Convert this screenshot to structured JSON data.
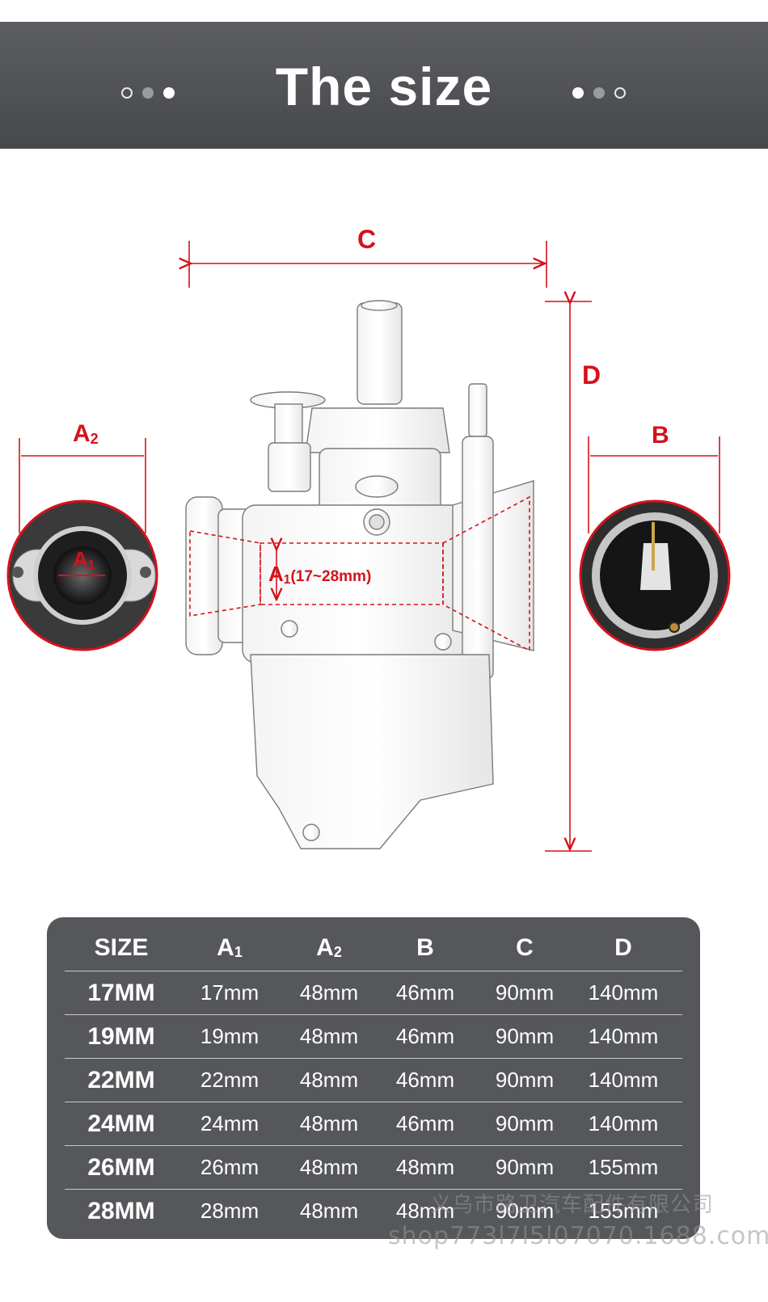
{
  "banner": {
    "title": "The size"
  },
  "diagram": {
    "labels": {
      "c": "C",
      "d": "D",
      "b": "B",
      "a2": "A",
      "a2_sub": "2",
      "a1_inset": "A",
      "a1_inset_sub": "1",
      "a1_body": "A",
      "a1_body_sub": "1",
      "a1_range": "(17~28mm)"
    },
    "accent_color": "#d6111b"
  },
  "table": {
    "headers": [
      {
        "main": "SIZE",
        "sub": ""
      },
      {
        "main": "A",
        "sub": "1"
      },
      {
        "main": "A",
        "sub": "2"
      },
      {
        "main": "B",
        "sub": ""
      },
      {
        "main": "C",
        "sub": ""
      },
      {
        "main": "D",
        "sub": ""
      }
    ],
    "rows": [
      {
        "size": "17MM",
        "a1": "17mm",
        "a2": "48mm",
        "b": "46mm",
        "c": "90mm",
        "d": "140mm"
      },
      {
        "size": "19MM",
        "a1": "19mm",
        "a2": "48mm",
        "b": "46mm",
        "c": "90mm",
        "d": "140mm"
      },
      {
        "size": "22MM",
        "a1": "22mm",
        "a2": "48mm",
        "b": "46mm",
        "c": "90mm",
        "d": "140mm"
      },
      {
        "size": "24MM",
        "a1": "24mm",
        "a2": "48mm",
        "b": "46mm",
        "c": "90mm",
        "d": "140mm"
      },
      {
        "size": "26MM",
        "a1": "26mm",
        "a2": "48mm",
        "b": "48mm",
        "c": "90mm",
        "d": "155mm"
      },
      {
        "size": "28MM",
        "a1": "28mm",
        "a2": "48mm",
        "b": "48mm",
        "c": "90mm",
        "d": "155mm"
      }
    ],
    "background": "#55575a"
  },
  "watermark": {
    "company": "义乌市路卫汽车配件有限公司",
    "shop": "shop773l7l5l07070.1688.com"
  }
}
